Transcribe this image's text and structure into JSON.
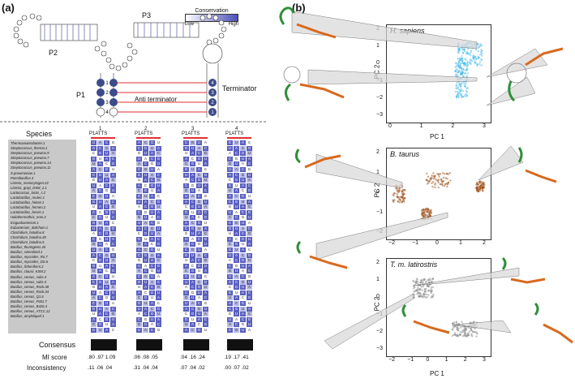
{
  "panel_a": {
    "label": "(a)",
    "conservation_legend": {
      "title": "Conservation",
      "low": "Low",
      "high": "High"
    },
    "stem_labels": {
      "p1": "P1",
      "p2": "P2",
      "p3": "P3"
    },
    "terminator_label": "Terminator",
    "antiterminator_label": "Anti terminator",
    "species_header": "Species",
    "columns": [
      {
        "number": "1",
        "header": "P1ATTS"
      },
      {
        "number": "2",
        "header": "P1ATTS"
      },
      {
        "number": "3",
        "header": "P1ATTS"
      },
      {
        "number": "4",
        "header": "P1ATTS"
      }
    ],
    "species": [
      "Thermoanaerobacter.1",
      "Streptococcus_thermo.1",
      "Streptococcus_pneumo.9",
      "Streptococcus_pneumo.7",
      "Streptococcus_pneumo.14",
      "Streptococcus_pneumo.11",
      "S.pneumoniae.1",
      "Paenibacillus.4",
      "Listeria_monocytogen.22",
      "Listeria_grayi_DSM_2.1",
      "Lactococcus_lactis_s.2",
      "Lactobacillus_reuteri.1",
      "Lactobacillus_helvet.1",
      "Lactobacillus_fermen.2",
      "Lactobacillus_brevis.1",
      "Halothermothrix_oren.2",
      "Exiguobacterium.1",
      "Eubacterium_dolichum.1",
      "Clostridium_botulinu.8",
      "Clostridium_botulinu.49",
      "Clostridium_botulinu.5",
      "Bacillus_thuringiens.45",
      "Bacillus_selenitired.1",
      "Bacillus_mycoides_Ro.7",
      "Bacillus_mycoides_DS.6",
      "Bacillus_licheniform.2",
      "Bacillus_clausii_KSM.2",
      "Bacillus_cereus_subs.4",
      "Bacillus_cereus_subs.3",
      "Bacillus_cereus_Rock.38",
      "Bacillus_cereus_Rock.34",
      "Bacillus_cereus_Q1.6",
      "Bacillus_cereus_F651.7",
      "Bacillus_cereus_B426.4",
      "Bacillus_cereus_ATCC.12",
      "Bacillus_amyloliquef.1"
    ],
    "consensus_label": "Consensus",
    "mi_label": "MI score",
    "inconsistency_label": "Inconsistency",
    "mi_scores": [
      ".80 .97 1.09",
      ".06 .08 .05",
      ".04 .16 .24",
      ".19 .17 .41"
    ],
    "inconsistency": [
      ".11 .06 .04",
      ".31 .04 .04",
      ".07 .04 .02",
      ".00 .07 .02"
    ]
  },
  "panel_b": {
    "label": "(b)",
    "plots": [
      {
        "species": "H. sapiens",
        "xlabel": "PC 1",
        "ylabel": "PC 2",
        "xticks": [
          "0",
          "1",
          "2",
          "3"
        ],
        "yticks": [
          "2",
          "1",
          "0",
          "−1",
          "−2",
          "−3"
        ],
        "color": "#3fb8e8"
      },
      {
        "species": "B. taurus",
        "xlabel": "",
        "ylabel": "PC 2",
        "xticks": [
          "−2",
          "−1",
          "0",
          "1",
          "2"
        ],
        "yticks": [
          "2",
          "1",
          "0",
          "−1",
          "−2"
        ],
        "color": "#9c4a12"
      },
      {
        "species": "T. m. latirostris",
        "xlabel": "PC 1",
        "ylabel": "PC 2",
        "xticks": [
          "−2",
          "−1",
          "0",
          "1",
          "2",
          "3"
        ],
        "yticks": [
          "2",
          "1",
          "0",
          "−1",
          "−2",
          "−3"
        ],
        "color": "#8a8a8a"
      }
    ],
    "colors": {
      "green": "#2f8f3a",
      "orange": "#d9691e",
      "blue": "#3d4b8a"
    }
  }
}
